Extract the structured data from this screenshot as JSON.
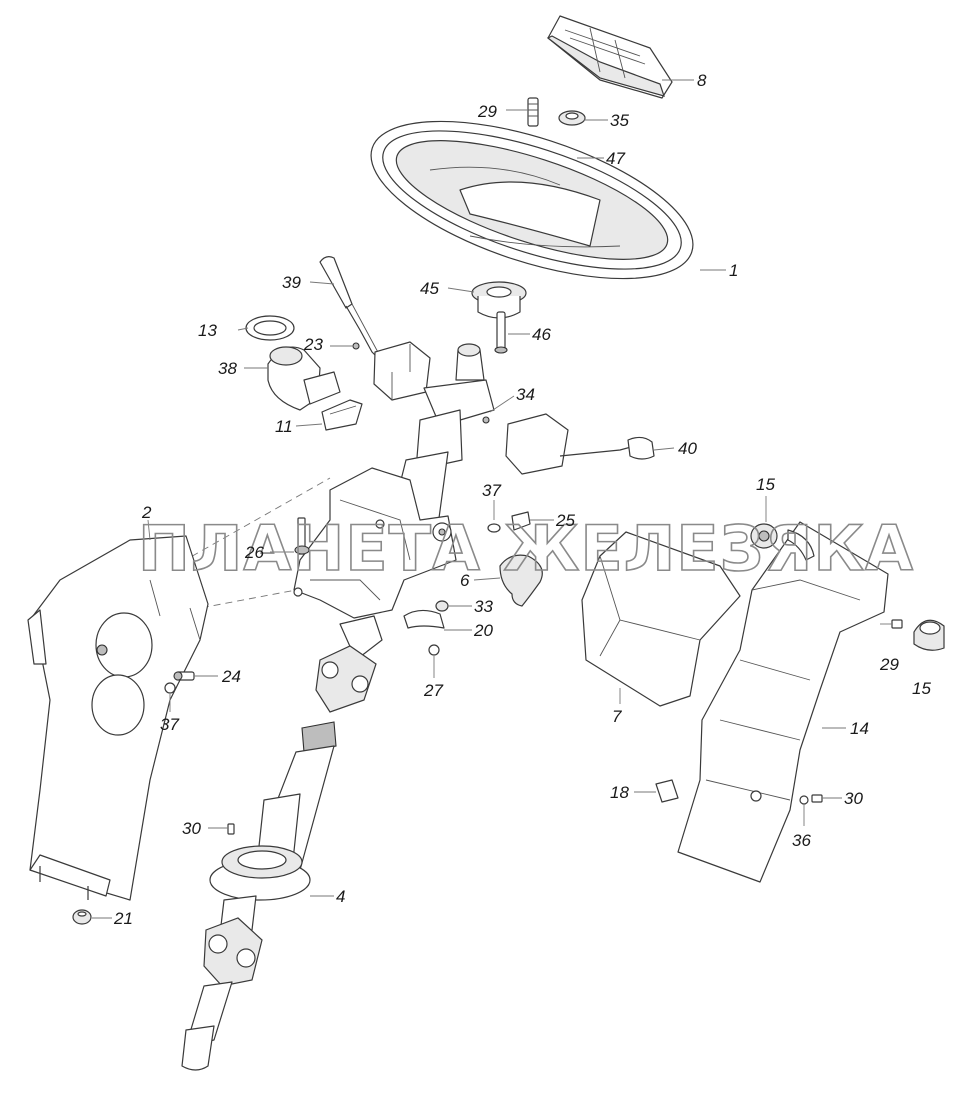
{
  "watermark": "ПЛАНЕТА ЖЕЛЕЗЯКА",
  "callouts": [
    {
      "id": "c8",
      "label": "8"
    },
    {
      "id": "c29a",
      "label": "29"
    },
    {
      "id": "c35",
      "label": "35"
    },
    {
      "id": "c47",
      "label": "47"
    },
    {
      "id": "c1",
      "label": "1"
    },
    {
      "id": "c39",
      "label": "39"
    },
    {
      "id": "c45",
      "label": "45"
    },
    {
      "id": "c13",
      "label": "13"
    },
    {
      "id": "c46",
      "label": "46"
    },
    {
      "id": "c23",
      "label": "23"
    },
    {
      "id": "c38",
      "label": "38"
    },
    {
      "id": "c34",
      "label": "34"
    },
    {
      "id": "c11",
      "label": "11"
    },
    {
      "id": "c40",
      "label": "40"
    },
    {
      "id": "c15a",
      "label": "15"
    },
    {
      "id": "c37a",
      "label": "37"
    },
    {
      "id": "c2",
      "label": "2"
    },
    {
      "id": "c25",
      "label": "25"
    },
    {
      "id": "c26",
      "label": "26"
    },
    {
      "id": "c6",
      "label": "6"
    },
    {
      "id": "c33",
      "label": "33"
    },
    {
      "id": "c20",
      "label": "20"
    },
    {
      "id": "c24",
      "label": "24"
    },
    {
      "id": "c29b",
      "label": "29"
    },
    {
      "id": "c15b",
      "label": "15"
    },
    {
      "id": "c27",
      "label": "27"
    },
    {
      "id": "c37b",
      "label": "37"
    },
    {
      "id": "c7",
      "label": "7"
    },
    {
      "id": "c14",
      "label": "14"
    },
    {
      "id": "c18",
      "label": "18"
    },
    {
      "id": "c30a",
      "label": "30"
    },
    {
      "id": "c30b",
      "label": "30"
    },
    {
      "id": "c36",
      "label": "36"
    },
    {
      "id": "c4",
      "label": "4"
    },
    {
      "id": "c21",
      "label": "21"
    }
  ]
}
